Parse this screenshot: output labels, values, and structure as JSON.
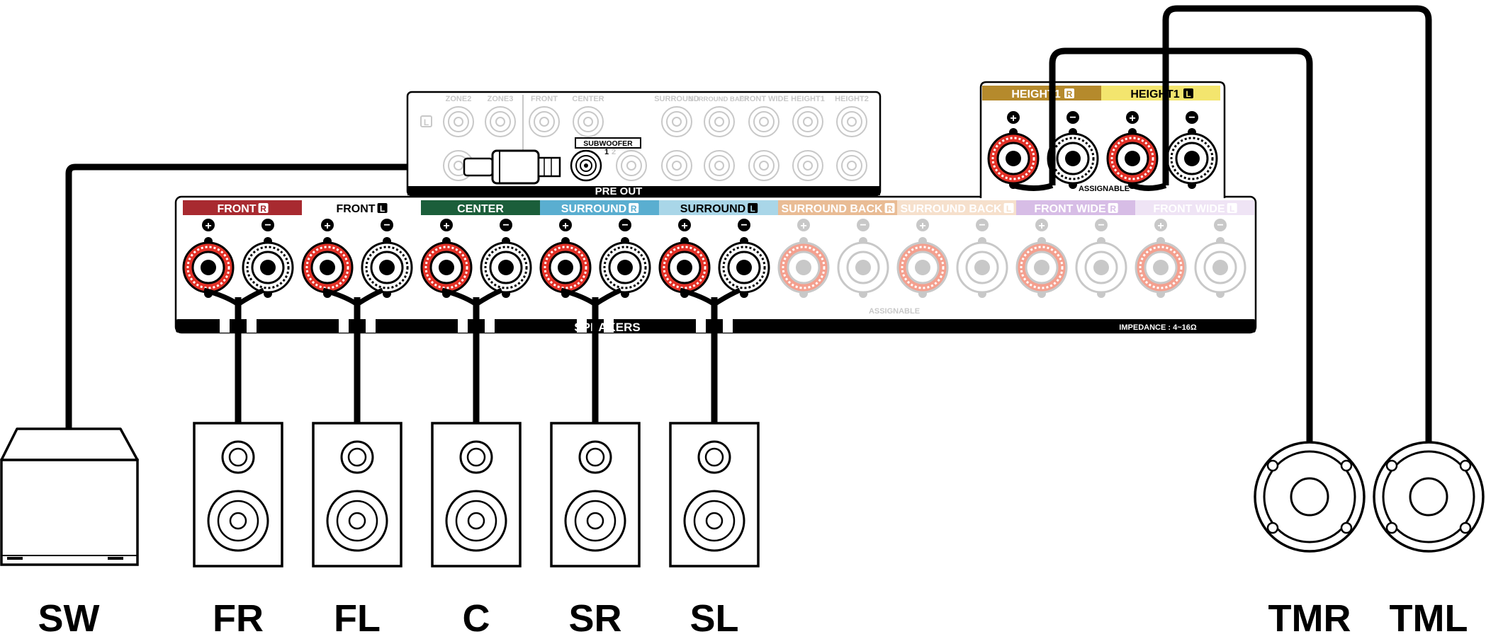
{
  "preout": {
    "title": "PRE OUT",
    "side_marker": "L",
    "labels": [
      "ZONE2",
      "ZONE3",
      "FRONT",
      "CENTER",
      "SURROUND",
      "SURROUND BACK",
      "FRONT WIDE",
      "HEIGHT1",
      "HEIGHT2"
    ],
    "subwoofer_label": "SUBWOOFER",
    "sub_num_1": "1",
    "sub_num_2": "2"
  },
  "speakers_panel": {
    "title": "SPEAKERS",
    "impedance": "IMPEDANCE : 4~16Ω",
    "assignable": "ASSIGNABLE",
    "plus": "+",
    "minus": "−",
    "channels": [
      {
        "label": "FRONT",
        "side": "R",
        "color": "#a82a30",
        "text_color": "#ffffff"
      },
      {
        "label": "FRONT",
        "side": "L",
        "color": "#ffffff",
        "text_color": "#000000"
      },
      {
        "label": "CENTER",
        "side": "",
        "color": "#1b5e3a",
        "text_color": "#ffffff"
      },
      {
        "label": "SURROUND",
        "side": "R",
        "color": "#5aaed0",
        "text_color": "#ffffff"
      },
      {
        "label": "SURROUND",
        "side": "L",
        "color": "#a9d6e8",
        "text_color": "#000000"
      },
      {
        "label": "SURROUND BACK",
        "side": "R",
        "color": "#e9bc95",
        "text_color": "#ffffff"
      },
      {
        "label": "SURROUND BACK",
        "side": "L",
        "color": "#f6e0cc",
        "text_color": "#ffffff"
      },
      {
        "label": "FRONT WIDE",
        "side": "R",
        "color": "#d7bde6",
        "text_color": "#ffffff"
      },
      {
        "label": "FRONT WIDE",
        "side": "L",
        "color": "#efe4f5",
        "text_color": "#ffffff"
      }
    ]
  },
  "height_panel": {
    "assignable": "ASSIGNABLE",
    "channels": [
      {
        "label": "HEIGHT1",
        "side": "R",
        "color": "#b58a2c",
        "text_color": "#ffffff"
      },
      {
        "label": "HEIGHT1",
        "side": "L",
        "color": "#f3e56e",
        "text_color": "#000000"
      }
    ]
  },
  "devices": [
    {
      "label": "SW",
      "kind": "subwoofer"
    },
    {
      "label": "FR",
      "kind": "bookshelf"
    },
    {
      "label": "FL",
      "kind": "bookshelf"
    },
    {
      "label": "C",
      "kind": "bookshelf"
    },
    {
      "label": "SR",
      "kind": "bookshelf"
    },
    {
      "label": "SL",
      "kind": "bookshelf"
    },
    {
      "label": "TMR",
      "kind": "ceiling"
    },
    {
      "label": "TML",
      "kind": "ceiling"
    }
  ],
  "colors": {
    "terminal_red": "#e23127",
    "outline": "#000000",
    "faded_red": "#f4a08f",
    "faded_gray": "#c8c8c8"
  }
}
